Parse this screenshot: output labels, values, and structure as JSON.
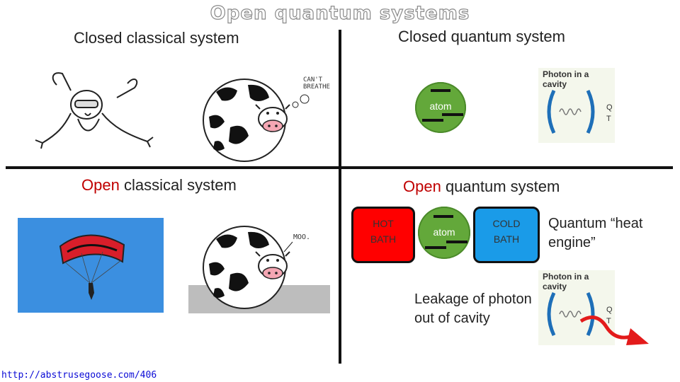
{
  "title": "Open quantum systems",
  "quadrants": {
    "top_left": {
      "label": "Closed classical system"
    },
    "top_right": {
      "label": "Closed quantum system"
    },
    "bottom_left": {
      "label_accent": "Open",
      "label_rest": " classical system"
    },
    "bottom_right": {
      "label_accent": "Open",
      "label_rest": " quantum system"
    }
  },
  "cow_bubble_top": "CAN'T BREATHE",
  "cow_bubble_bottom": "MOO.",
  "atom_label": "atom",
  "hot_bath": {
    "line1": "HOT",
    "line2": "BATH"
  },
  "cold_bath": {
    "line1": "COLD",
    "line2": "BATH"
  },
  "heat_engine": {
    "line1": "Quantum “heat",
    "line2": "engine”"
  },
  "leakage": {
    "line1": "Leakage of photon",
    "line2": "out of cavity"
  },
  "cavity_header": "Photon in a cavity",
  "cavity_side_text": {
    "line1": "Q",
    "line2": "T"
  },
  "source_url": "http://abstrusegoose.com/406",
  "colors": {
    "accent_red": "#c00000",
    "atom_green": "#63a83a",
    "hot": "#ff0000",
    "cold": "#1a9be8",
    "sky": "#3b8fe0"
  }
}
